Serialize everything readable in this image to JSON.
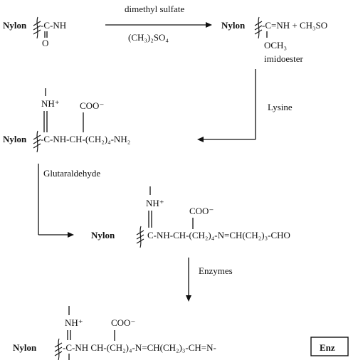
{
  "step1": {
    "nylon_label": "Nylon",
    "amide_group": "-C-NH",
    "oxygen_label": "O",
    "reagent_name": "dimethyl sulfate",
    "reagent_formula": "(CH₃)₂SO₄",
    "product_group": "-C=NH + CH₃SO",
    "methoxy_label": "OCH₃",
    "product_name": "imidoester"
  },
  "step2": {
    "reagent_name": "Lysine",
    "nylon_label": "Nylon",
    "nh_plus_label": "NH⁺",
    "coo_label": "COO⁻",
    "chain": "-C-NH-CH-(CH₂)₄-NH₂"
  },
  "step3": {
    "reagent_name": "Glutaraldehyde",
    "nylon_label": "Nylon",
    "nh_plus_label": "NH⁺",
    "coo_label": "COO⁻",
    "chain": "C-NH-CH-(CH₂)₄-N=CH(CH₂)₃-CHO"
  },
  "step4": {
    "reagent_name": "Enzymes",
    "nylon_label": "Nylon",
    "nh_plus_label": "NH⁺",
    "coo_label": "COO⁻",
    "chain": "-C-NH CH-(CH₂)₄-N=CH(CH₂)₃-CH=N-",
    "enzyme_box": "Enz"
  }
}
